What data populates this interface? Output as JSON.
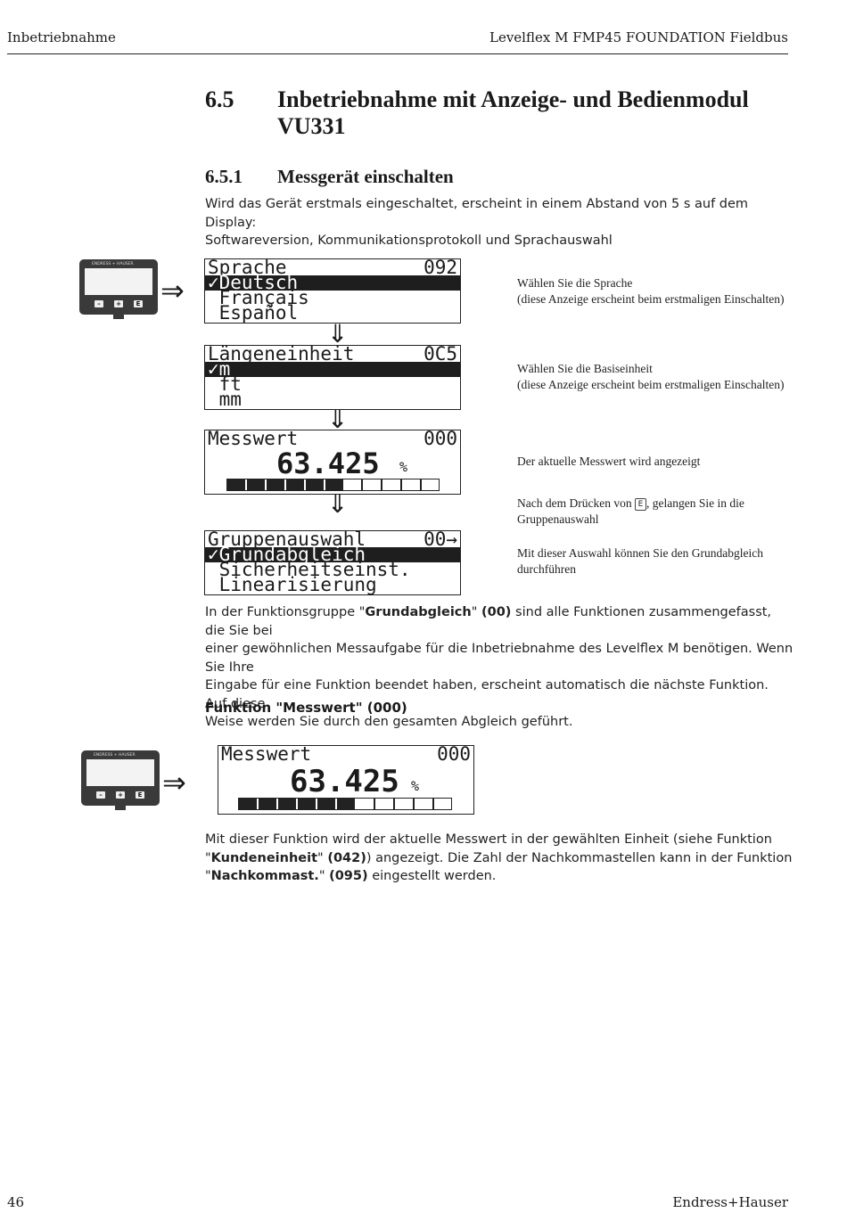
{
  "header": {
    "left": "Inbetriebnahme",
    "right": "Levelflex M FMP45 FOUNDATION Fieldbus"
  },
  "section": {
    "number": "6.5",
    "title_line1": "Inbetriebnahme mit Anzeige- und Bedienmodul",
    "title_line2": "VU331"
  },
  "subsection": {
    "number": "6.5.1",
    "title": "Messgerät einschalten"
  },
  "intro": {
    "line1": "Wird das Gerät erstmals eingeschaltet, erscheint in einem Abstand von 5 s auf dem Display:",
    "line2": "Softwareversion, Kommunikationsprotokoll und Sprachauswahl"
  },
  "device": {
    "brand": "ENDRESS + HAUSER",
    "btn_minus": "–",
    "btn_plus": "+",
    "btn_e": "E"
  },
  "screens": {
    "sprache": {
      "title": "Sprache",
      "code": "092",
      "l1": "✓Deutsch",
      "l2": " Français",
      "l3": " Español"
    },
    "laenge": {
      "title": "Längeneinheit",
      "code": "0C5",
      "l1": "✓m",
      "l2": " ft",
      "l3": " mm"
    },
    "messwert": {
      "title": "Messwert",
      "code": "000",
      "value": "63.425",
      "unit": "%",
      "bar_fraction": 0.55
    },
    "gruppe": {
      "title": "Gruppenauswahl",
      "code": "00→",
      "l1": "✓Grundabgleich",
      "l2": " Sicherheitseinst.",
      "l3": " Linearisierung"
    }
  },
  "notes": {
    "n1a": "Wählen Sie die Sprache",
    "n1b": "(diese Anzeige erscheint beim erstmaligen Einschalten)",
    "n2a": "Wählen Sie die Basiseinheit",
    "n2b": "(diese Anzeige erscheint beim erstmaligen Einschalten)",
    "n3": "Der aktuelle Messwert wird angezeigt",
    "n4a_pre": "Nach dem Drücken von ",
    "n4a_key": "E",
    "n4a_post": ", gelangen Sie in die",
    "n4b": "Gruppenauswahl",
    "n5a": "Mit dieser Auswahl können Sie den Grundabgleich",
    "n5b": "durchführen"
  },
  "para1": {
    "s1": "In der Funktionsgruppe \"",
    "b1": "Grundabgleich",
    "s2": "\" ",
    "b2": "(00)",
    "s3": " sind alle Funktionen zusammengefasst, die Sie bei",
    "line2": "einer gewöhnlichen Messaufgabe für die Inbetriebnahme des Levelflex M benötigen. Wenn Sie Ihre",
    "line3": "Eingabe für eine Funktion beendet haben, erscheint automatisch die nächste Funktion. Auf diese",
    "line4": "Weise werden Sie durch den gesamten Abgleich geführt."
  },
  "function_heading": "Funktion \"Messwert\" (000)",
  "para2": {
    "line1": "Mit dieser Funktion wird der aktuelle Messwert  in der gewählten Einheit (siehe Funktion",
    "q1": "\"",
    "b1": "Kundeneinheit",
    "q2": "\" ",
    "b2": "(042)",
    "s1": ") angezeigt. Die Zahl der Nachkommastellen kann in der Funktion",
    "q3": "\"",
    "b3": "Nachkommast.",
    "q4": "\" ",
    "b4": "(095)",
    "s2": " eingestellt werden."
  },
  "footer": {
    "page": "46",
    "brand": "Endress+Hauser"
  }
}
